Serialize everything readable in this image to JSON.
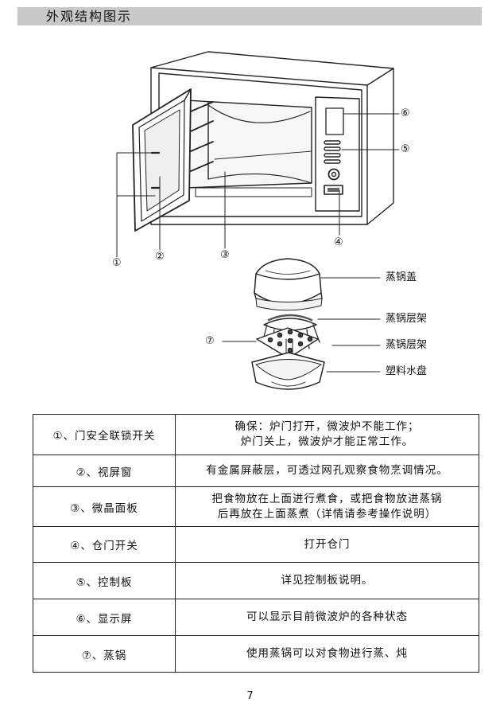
{
  "header": {
    "title": "外观结构图示"
  },
  "figure": {
    "microwave_markers": {
      "m1": "①",
      "m2": "②",
      "m3": "③",
      "m4": "④",
      "m5": "⑤",
      "m6": "⑥"
    },
    "steamer_marker": "⑦",
    "steamer_labels": {
      "lid": "蒸锅盖",
      "rack_upper": "蒸锅层架",
      "rack_lower": "蒸锅层架",
      "tray": "塑料水盘"
    }
  },
  "table": {
    "rows": [
      {
        "name": "①、门安全联锁开关",
        "desc": [
          "确保：炉门打开，微波炉不能工作；",
          "炉门关上，微波炉才能正常工作。"
        ]
      },
      {
        "name": "②、视屏窗",
        "desc": [
          "有金属屏蔽层，可透过网孔观察食物烹调情况。"
        ]
      },
      {
        "name": "③、微晶面板",
        "desc": [
          "把食物放在上面进行煮食，或把食物放进蒸锅",
          "后再放在上面蒸煮（详情请参考操作说明）"
        ]
      },
      {
        "name": "④、仓门开关",
        "desc": [
          "打开仓门"
        ]
      },
      {
        "name": "⑤、控制板",
        "desc": [
          "详见控制板说明。"
        ]
      },
      {
        "name": "⑥、显示屏",
        "desc": [
          "可以显示目前微波炉的各种状态"
        ]
      },
      {
        "name": "⑦、蒸锅",
        "desc": [
          "使用蒸锅可以对食物进行蒸、炖"
        ]
      }
    ]
  },
  "footer": {
    "page_number": "7"
  }
}
